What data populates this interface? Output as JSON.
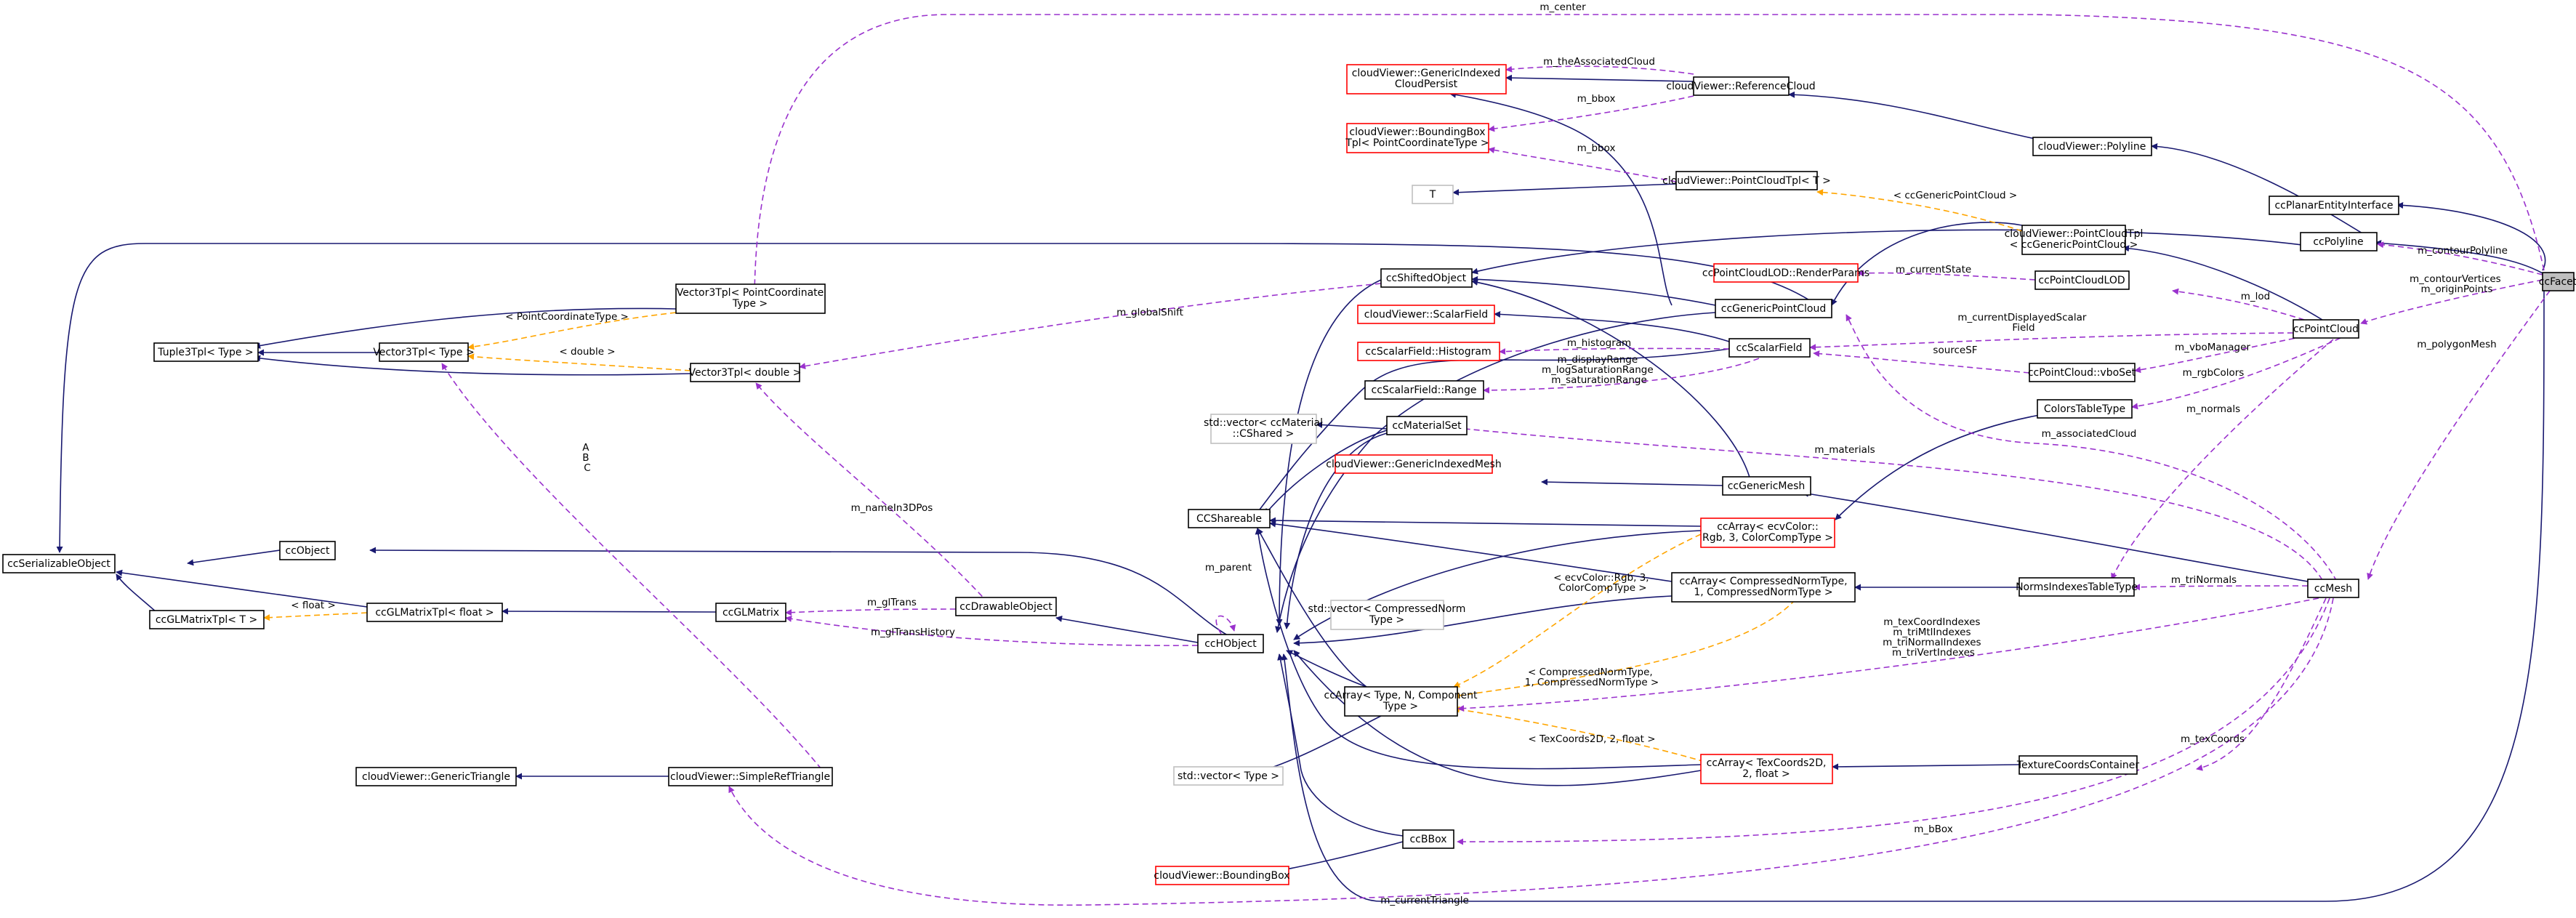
{
  "nodes": {
    "ccFacet": "ccFacet",
    "ccPlanarEntityInterface": "ccPlanarEntityInterface",
    "ccPolyline": "ccPolyline",
    "ccPointCloud": "ccPointCloud",
    "ccMesh": "ccMesh",
    "cvPolyline": "cloudViewer::Polyline",
    "cvReferenceCloud": "cloudViewer::ReferenceCloud",
    "cvGenericIndexedCloudPersist": [
      "cloudViewer::GenericIndexed",
      "CloudPersist"
    ],
    "cvBoundingBoxTpl": [
      "cloudViewer::BoundingBox",
      "Tpl< PointCoordinateType >"
    ],
    "cvPointCloudTplT": "cloudViewer::PointCloudTpl< T >",
    "T": "T",
    "cvPointCloudTplGeneric": [
      "cloudViewer::PointCloudTpl",
      "< ccGenericPointCloud >"
    ],
    "ccPointCloudLODRenderParams": "ccPointCloudLOD::RenderParams",
    "ccPointCloudLOD": "ccPointCloudLOD",
    "ccShiftedObject": "ccShiftedObject",
    "ccGenericPointCloud": "ccGenericPointCloud",
    "cvScalarField": "cloudViewer::ScalarField",
    "ccScalarFieldHistogram": "ccScalarField::Histogram",
    "ccScalarField": "ccScalarField",
    "ccScalarFieldRange": "ccScalarField::Range",
    "ccPointCloudVboSet": "ccPointCloud::vboSet",
    "ColorsTableType": "ColorsTableType",
    "stdVectorMaterial": [
      "std::vector< ccMaterial",
      "::CShared >"
    ],
    "ccMaterialSet": "ccMaterialSet",
    "cvGenericIndexedMesh": "cloudViewer::GenericIndexedMesh",
    "ccGenericMesh": "ccGenericMesh",
    "CCShareable": "CCShareable",
    "ccArrayColor": [
      "ccArray< ecvColor::",
      "Rgb, 3, ColorCompType >"
    ],
    "stdVectorNorm": [
      "std::vector< CompressedNorm",
      "Type >"
    ],
    "ccArrayNorm": [
      "ccArray< CompressedNormType,",
      "1, CompressedNormType >"
    ],
    "NormsIndexesTableType": "NormsIndexesTableType",
    "ccHObject": "ccHObject",
    "ccArrayGeneric": [
      "ccArray< Type, N, Component",
      "Type >"
    ],
    "stdVectorType": "std::vector< Type >",
    "ccArrayTex": [
      "ccArray< TexCoords2D,",
      "2, float >"
    ],
    "TextureCoordsContainer": "TextureCoordsContainer",
    "ccBBox": "ccBBox",
    "cvBoundingBox": "cloudViewer::BoundingBox",
    "Vector3TplPCT": [
      "Vector3Tpl< PointCoordinate",
      "Type >"
    ],
    "Tuple3Tpl": "Tuple3Tpl< Type >",
    "Vector3Tpl": "Vector3Tpl< Type >",
    "Vector3TplDouble": "Vector3Tpl< double >",
    "ccSerializableObject": "ccSerializableObject",
    "ccObject": "ccObject",
    "ccGLMatrixTplFloat": "ccGLMatrixTpl< float >",
    "ccGLMatrixTplT": "ccGLMatrixTpl< T >",
    "ccGLMatrix": "ccGLMatrix",
    "ccDrawableObject": "ccDrawableObject",
    "cvGenericTriangle": "cloudViewer::GenericTriangle",
    "cvSimpleRefTriangle": "cloudViewer::SimpleRefTriangle"
  },
  "labels": {
    "m_center": "m_center",
    "m_theAssociatedCloud": "m_theAssociatedCloud",
    "m_bbox_ref": "m_bbox",
    "m_bbox_pct": "m_bbox",
    "gpc_tpl": "< ccGenericPointCloud >",
    "m_currentState": "m_currentState",
    "m_contourPolyline": "m_contourPolyline",
    "m_contourVertices": [
      "m_contourVertices",
      "m_originPoints"
    ],
    "m_lod": "m_lod",
    "m_currentDisplayedScalarField": [
      "m_currentDisplayedScalar",
      "Field"
    ],
    "m_globalShift": "m_globalShift",
    "pct_tpl": "< PointCoordinateType >",
    "double_tpl": "< double >",
    "m_histogram": "m_histogram",
    "m_displayRange": [
      "m_displayRange",
      "m_logSaturationRange",
      "m_saturationRange"
    ],
    "sourceSF": "sourceSF",
    "m_vboManager": "m_vboManager",
    "m_rgbColors": "m_rgbColors",
    "m_polygonMesh": "m_polygonMesh",
    "m_normals": "m_normals",
    "m_associatedCloud": "m_associatedCloud",
    "m_materials": "m_materials",
    "abc": [
      "A",
      "B",
      "C"
    ],
    "m_nameIn3DPos": "m_nameIn3DPos",
    "m_parent": "m_parent",
    "color_tpl": [
      "< ecvColor::Rgb, 3,",
      "ColorCompType >"
    ],
    "m_triNormals": "m_triNormals",
    "float_tpl": "< float >",
    "m_glTrans": "m_glTrans",
    "m_glTransHistory": "m_glTransHistory",
    "m_texCoordIndexes": [
      "m_texCoordIndexes",
      "m_triMtlIndexes",
      "m_triNormalIndexes",
      "m_triVertIndexes"
    ],
    "norm_tpl": [
      "< CompressedNormType,",
      "1, CompressedNormType >"
    ],
    "m_texCoords": "m_texCoords",
    "tex_tpl": "< TexCoords2D, 2, float >",
    "m_bBox": "m_bBox",
    "m_currentTriangle": "m_currentTriangle"
  },
  "colors": {
    "inheritance": "#191970",
    "usage": "#9a32cd",
    "template": "#ffa500",
    "highlight_fill": "#bfbfbf",
    "undocumented_border": "#ff0000",
    "external_border": "#bfbfbf"
  }
}
